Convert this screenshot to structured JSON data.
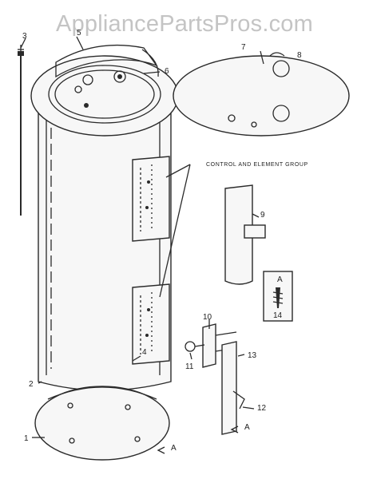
{
  "watermark": "AppliancePartsPros.com",
  "callouts": {
    "c1": "1",
    "c2": "2",
    "c3": "3",
    "c4": "4",
    "c5": "5",
    "c6": "6",
    "c7": "7",
    "c8": "8",
    "c9": "9",
    "c10": "10",
    "c11": "11",
    "c12": "12",
    "c13": "13",
    "c14": "14",
    "a_box": "A",
    "a_bottom": "A",
    "a_right": "A"
  },
  "group_label": "CONTROL AND ELEMENT GROUP"
}
